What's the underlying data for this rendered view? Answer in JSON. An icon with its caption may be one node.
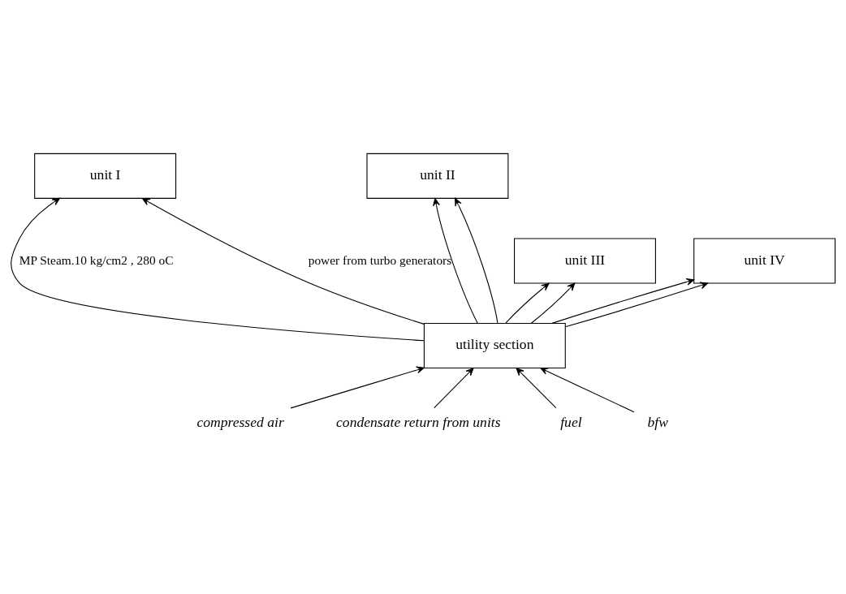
{
  "diagram": {
    "nodes": [
      {
        "text": [
          "unit I"
        ]
      },
      {
        "text": [
          "unit II"
        ]
      },
      {
        "text": [
          "unit III"
        ]
      },
      {
        "text": [
          "unit IV"
        ]
      },
      {
        "text": [
          "utility section"
        ]
      },
      {
        "text": [
          "compressed air"
        ]
      },
      {
        "text": [
          "condensate return from units"
        ]
      },
      {
        "text": [
          "fuel"
        ]
      },
      {
        "text": [
          "bfw"
        ]
      }
    ],
    "edges": [
      {
        "from": 4,
        "to": 0,
        "arrow": "to",
        "label": "MP Steam.10 kg/cm2 , 280 oC"
      },
      {
        "from": 4,
        "to": 1,
        "arrow": "to"
      },
      {
        "from": 4,
        "to": 2,
        "arrow": "to"
      },
      {
        "from": 4,
        "to": 3,
        "arrow": "to"
      },
      {
        "from": 4,
        "to": 0,
        "arrow": "to",
        "label": "power from turbo generators"
      },
      {
        "from": 4,
        "to": 1,
        "arrow": "to"
      },
      {
        "from": 4,
        "to": 2,
        "arrow": "to"
      },
      {
        "from": 4,
        "to": 3,
        "arrow": "to"
      },
      {
        "from": 5,
        "to": 4,
        "arrow": "to"
      },
      {
        "from": 6,
        "to": 4,
        "arrow": "to"
      },
      {
        "from": 7,
        "to": 4,
        "arrow": "to"
      },
      {
        "from": 8,
        "to": 4,
        "arrow": "to"
      }
    ]
  }
}
